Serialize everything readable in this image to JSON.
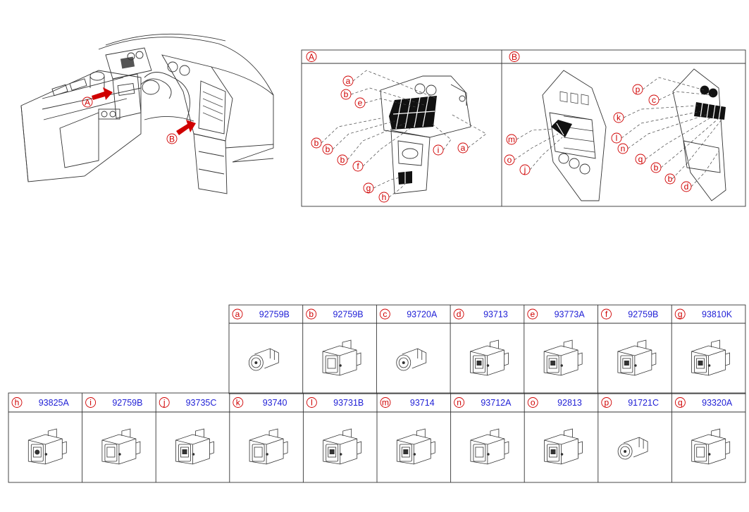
{
  "overview": {
    "arrow_a_label": "A",
    "arrow_b_label": "B"
  },
  "detail_a": {
    "header_label": "A",
    "callouts": [
      "a",
      "b",
      "e",
      "b",
      "b",
      "b",
      "f",
      "i",
      "a",
      "g",
      "h"
    ]
  },
  "detail_b": {
    "header_label": "B",
    "callouts": [
      "p",
      "c",
      "k",
      "l",
      "n",
      "q",
      "b",
      "b",
      "d",
      "m",
      "o",
      "j"
    ]
  },
  "parts_row1": [
    {
      "letter": "a",
      "part_no": "92759B"
    },
    {
      "letter": "b",
      "part_no": "92759B"
    },
    {
      "letter": "c",
      "part_no": "93720A"
    },
    {
      "letter": "d",
      "part_no": "93713"
    },
    {
      "letter": "e",
      "part_no": "93773A"
    },
    {
      "letter": "f",
      "part_no": "92759B"
    },
    {
      "letter": "g",
      "part_no": "93810K"
    }
  ],
  "parts_row2": [
    {
      "letter": "h",
      "part_no": "93825A"
    },
    {
      "letter": "i",
      "part_no": "92759B"
    },
    {
      "letter": "j",
      "part_no": "93735C"
    },
    {
      "letter": "k",
      "part_no": "93740"
    },
    {
      "letter": "l",
      "part_no": "93731B"
    },
    {
      "letter": "m",
      "part_no": "93714"
    },
    {
      "letter": "n",
      "part_no": "93712A"
    },
    {
      "letter": "o",
      "part_no": "92813"
    },
    {
      "letter": "p",
      "part_no": "91721C"
    },
    {
      "letter": "q",
      "part_no": "93320A"
    }
  ],
  "colors": {
    "callout_red": "#d00000",
    "part_blue": "#1f1fd6",
    "line": "#333333"
  }
}
